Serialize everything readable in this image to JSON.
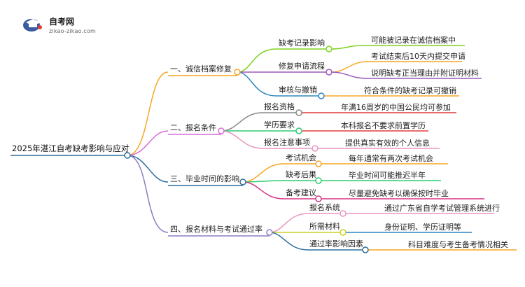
{
  "logo": {
    "title": "自考网",
    "subtitle": "zikao-zikao.com",
    "colors": {
      "cap": "#3a5ba0",
      "accent": "#e23b3b"
    }
  },
  "mindmap": {
    "root": "2025年湛江自考缺考影响与应对",
    "branches": [
      {
        "label": "一、诚信档案修复",
        "color": "#f5a623",
        "children": [
          {
            "label": "缺考记录影响",
            "color": "#7ed321",
            "leaf": "可能被记录在诚信档案中",
            "leaf_color": "#7ed321"
          },
          {
            "label": "修复申请流程",
            "color": "#9b59b6",
            "leaves": [
              "考试结束后10天内提交申请",
              "说明缺考正当理由并附证明材料"
            ],
            "leaf_color": "#f5a623"
          },
          {
            "label": "审核与撤销",
            "color": "#2e86c1",
            "leaf": "符合条件的缺考记录可撤销",
            "leaf_color": "#f5a623"
          }
        ]
      },
      {
        "label": "二、报名条件",
        "color": "#d96ad8",
        "children": [
          {
            "label": "报名资格",
            "color": "#888888",
            "leaf": "年满16周岁的中国公民均可参加",
            "leaf_color": "#e23b3b"
          },
          {
            "label": "学历要求",
            "color": "#2ecc71",
            "leaf": "本科报名不要求前置学历",
            "leaf_color": "#e23b3b"
          },
          {
            "label": "报名注意事项",
            "color": "#e995c0",
            "leaf": "提供真实有效的个人信息",
            "leaf_color": "#e995c0"
          }
        ]
      },
      {
        "label": "三、毕业时间的影响",
        "color": "#2c6e9e",
        "children": [
          {
            "label": "考试机会",
            "color": "#f5a623",
            "leaf": "每年通常有两次考试机会",
            "leaf_color": "#f5a623"
          },
          {
            "label": "缺考后果",
            "color": "#2ecc71",
            "leaf": "毕业时间可能推迟半年",
            "leaf_color": "#2ecc71"
          },
          {
            "label": "备考建议",
            "color": "#d63384",
            "leaf": "尽量避免缺考以确保按时毕业",
            "leaf_color": "#d63384"
          }
        ]
      },
      {
        "label": "四、报名材料与考试通过率",
        "color": "#8e7cc3",
        "children": [
          {
            "label": "报名系统",
            "color": "#e995c0",
            "leaf": "通过广东省自学考试管理系统进行",
            "leaf_color": "#e995c0"
          },
          {
            "label": "所需材料",
            "color": "#c8d21e",
            "leaf": "身份证明、学历证明等",
            "leaf_color": "#2e86c1"
          },
          {
            "label": "通过率影响因素",
            "color": "#2c6e9e",
            "leaf": "科目难度与考生备考情况相关",
            "leaf_color": "#f5a623"
          }
        ]
      }
    ]
  }
}
